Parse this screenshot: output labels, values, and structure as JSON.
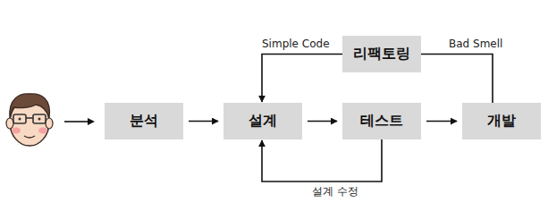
{
  "diagram": {
    "nodes": [
      {
        "text": [
          "리팩토링"
        ]
      },
      {
        "text": [
          "분석"
        ]
      },
      {
        "text": [
          "설계"
        ]
      },
      {
        "text": [
          "테스트"
        ]
      },
      {
        "text": [
          "개발"
        ]
      }
    ],
    "edges": [
      {
        "from": 1,
        "to": 2,
        "arrow": "to"
      },
      {
        "from": 2,
        "to": 3,
        "arrow": "to"
      },
      {
        "from": 3,
        "to": 4,
        "arrow": "to"
      },
      {
        "from": 4,
        "to": 0,
        "label": "Bad Smell",
        "arrow": "none"
      },
      {
        "from": 0,
        "to": 2,
        "label": "Simple Code",
        "arrow": "to"
      },
      {
        "from": 3,
        "to": 2,
        "label": "설계 수정",
        "arrow": "to"
      }
    ]
  }
}
